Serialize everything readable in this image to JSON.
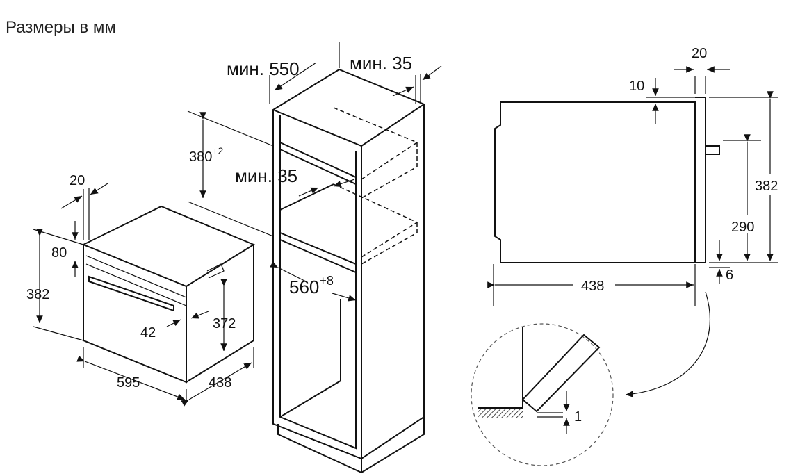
{
  "title": "Размеры в мм",
  "oven_front": {
    "depth_panel": "20",
    "top_offset": "80",
    "height": "382",
    "handle": "42",
    "inner_height": "372",
    "width": "595",
    "depth": "438"
  },
  "cabinet": {
    "min_depth": "мин. 550",
    "min_gap_back": "мин. 35",
    "niche_height": "380",
    "niche_height_tol": "+2",
    "min_gap_side": "мин. 35",
    "niche_width": "560",
    "niche_width_tol": "+8"
  },
  "side_view": {
    "panel": "20",
    "top": "10",
    "height": "382",
    "handle_height": "290",
    "depth": "438",
    "bottom": "6"
  },
  "detail": {
    "gap": "1"
  }
}
